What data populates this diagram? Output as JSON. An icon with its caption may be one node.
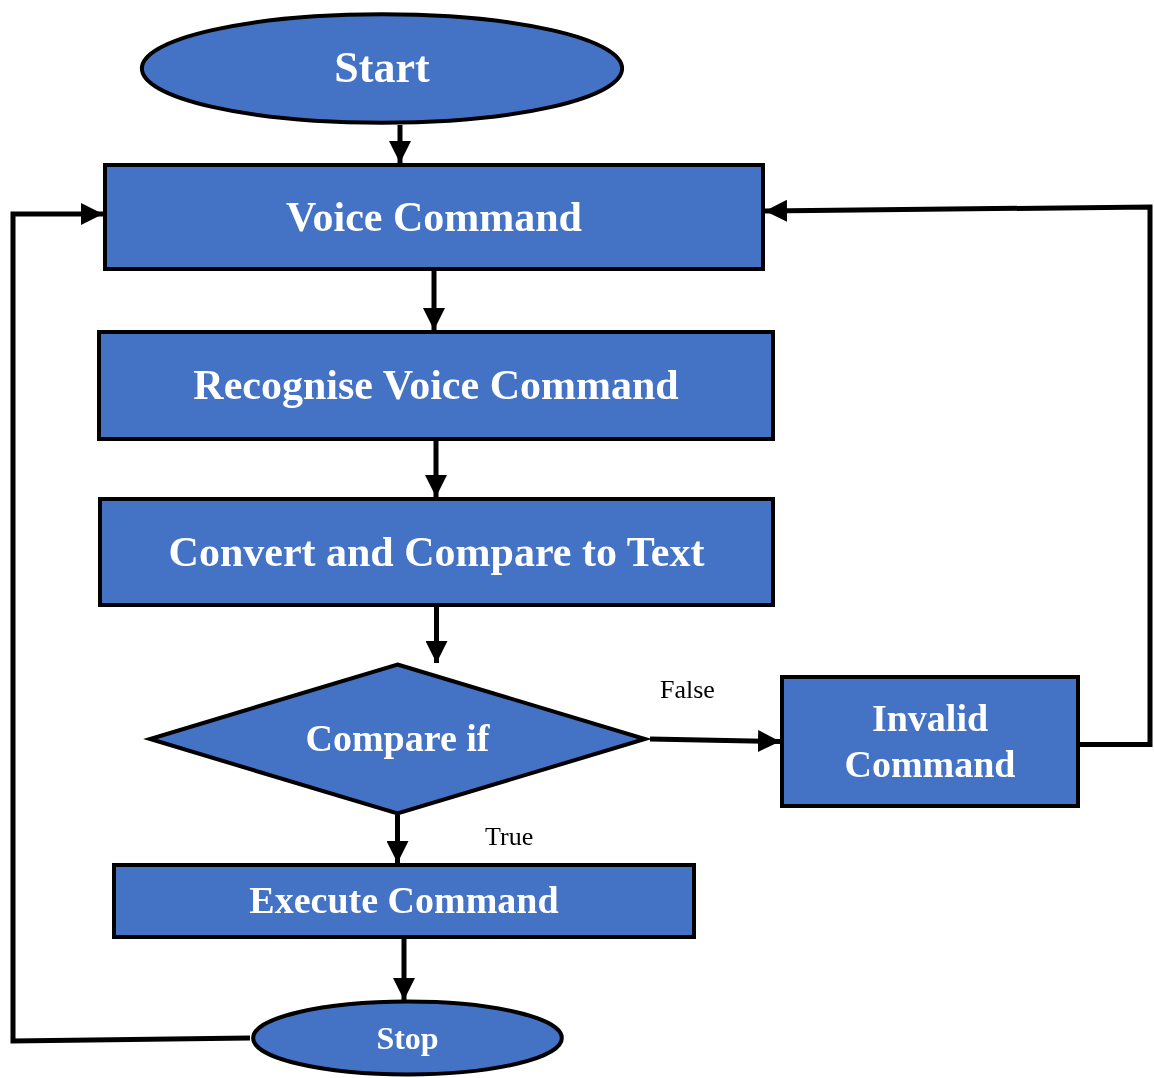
{
  "diagram": {
    "nodes": [
      {
        "text": [
          "Start"
        ]
      },
      {
        "text": [
          "Voice Command"
        ]
      },
      {
        "text": [
          "Recognise Voice Command"
        ]
      },
      {
        "text": [
          "Convert and Compare to Text"
        ]
      },
      {
        "text": [
          "Compare if"
        ]
      },
      {
        "text": [
          "Invalid Command"
        ]
      },
      {
        "text": [
          "Execute Command"
        ]
      },
      {
        "text": [
          "Stop"
        ]
      }
    ],
    "edges": [
      {
        "from": 0,
        "to": 1,
        "arrow": "to"
      },
      {
        "from": 1,
        "to": 2,
        "arrow": "to"
      },
      {
        "from": 2,
        "to": 3,
        "arrow": "to"
      },
      {
        "from": 3,
        "to": 4,
        "arrow": "to"
      },
      {
        "from": 4,
        "to": 5,
        "arrow": "to",
        "label": "False"
      },
      {
        "from": 4,
        "to": 6,
        "arrow": "to",
        "label": "True"
      },
      {
        "from": 6,
        "to": 7,
        "arrow": "to"
      },
      {
        "from": 7,
        "to": 1,
        "arrow": "to"
      },
      {
        "from": 5,
        "to": 1,
        "arrow": "to"
      }
    ]
  }
}
